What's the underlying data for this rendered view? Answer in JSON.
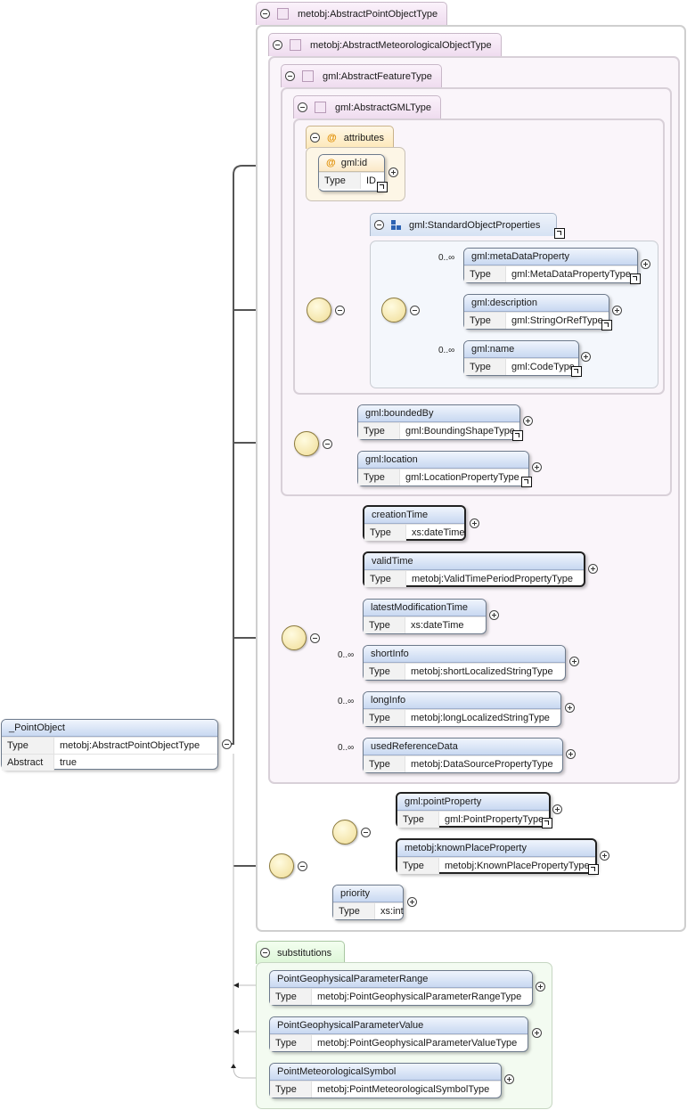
{
  "root": {
    "name": "_PointObject",
    "type_key": "Type",
    "type_value": "metobj:AbstractPointObjectType",
    "abstract_key": "Abstract",
    "abstract_value": "true"
  },
  "frames": {
    "abstract_point": "metobj:AbstractPointObjectType",
    "abstract_meteorological": "metobj:AbstractMeteorologicalObjectType",
    "abstract_feature": "gml:AbstractFeatureType",
    "abstract_gml": "gml:AbstractGMLType",
    "attributes": "attributes",
    "standard_object_properties": "gml:StandardObjectProperties",
    "substitutions": "substitutions"
  },
  "type_key": "Type",
  "attributes": [
    {
      "name": "gml:id",
      "type": "ID"
    }
  ],
  "standard_properties": [
    {
      "name": "gml:metaDataProperty",
      "type": "gml:MetaDataPropertyType",
      "occurs": "0..∞"
    },
    {
      "name": "gml:description",
      "type": "gml:StringOrRefType",
      "occurs": ""
    },
    {
      "name": "gml:name",
      "type": "gml:CodeType",
      "occurs": "0..∞"
    }
  ],
  "feature_elements": [
    {
      "name": "gml:boundedBy",
      "type": "gml:BoundingShapeType"
    },
    {
      "name": "gml:location",
      "type": "gml:LocationPropertyType"
    }
  ],
  "meteorological_elements": [
    {
      "name": "creationTime",
      "type": "xs:dateTime",
      "occurs": ""
    },
    {
      "name": "validTime",
      "type": "metobj:ValidTimePeriodPropertyType",
      "occurs": ""
    },
    {
      "name": "latestModificationTime",
      "type": "xs:dateTime",
      "occurs": ""
    },
    {
      "name": "shortInfo",
      "type": "metobj:shortLocalizedStringType",
      "occurs": "0..∞"
    },
    {
      "name": "longInfo",
      "type": "metobj:longLocalizedStringType",
      "occurs": "0..∞"
    },
    {
      "name": "usedReferenceData",
      "type": "metobj:DataSourcePropertyType",
      "occurs": "0..∞"
    }
  ],
  "choice_elements": [
    {
      "name": "gml:pointProperty",
      "type": "gml:PointPropertyType"
    },
    {
      "name": "metobj:knownPlaceProperty",
      "type": "metobj:KnownPlacePropertyType"
    }
  ],
  "point_elements": [
    {
      "name": "priority",
      "type": "xs:int"
    }
  ],
  "substitutions": [
    {
      "name": "PointGeophysicalParameterRange",
      "type": "metobj:PointGeophysicalParameterRangeType"
    },
    {
      "name": "PointGeophysicalParameterValue",
      "type": "metobj:PointGeophysicalParameterValueType"
    },
    {
      "name": "PointMeteorologicalSymbol",
      "type": "metobj:PointMeteorologicalSymbolType"
    }
  ],
  "icons": {
    "type_frame": "type-square-icon",
    "attribute": "at-sign-icon",
    "group": "group-grid-icon",
    "sequence": "sequence-compositor-icon",
    "choice": "choice-compositor-icon",
    "link": "type-link-icon",
    "expand": "expand-plus-icon",
    "collapse": "collapse-minus-icon"
  }
}
